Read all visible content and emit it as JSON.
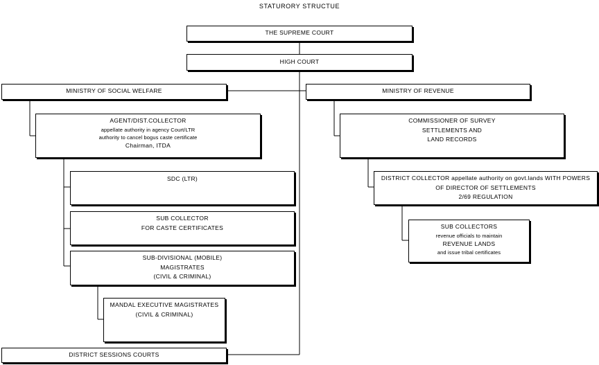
{
  "title": "STATURORY STRUCTUE",
  "boxes": {
    "supreme_court": {
      "lines": [
        "THE SUPREME COURT"
      ]
    },
    "high_court": {
      "lines": [
        "HIGH COURT"
      ]
    },
    "ministry_social_welfare": {
      "lines": [
        "MINISTRY OF SOCIAL WELFARE"
      ]
    },
    "ministry_revenue": {
      "lines": [
        "MINISTRY OF REVENUE"
      ]
    },
    "agent_collector": {
      "lines": [
        "AGENT/DIST.COLLECTOR",
        "appellate authority in agency Court/LTR",
        "authority to cancel bogus caste certificate",
        "Chairman, ITDA"
      ]
    },
    "commissioner_survey": {
      "lines": [
        "COMMISSIONER OF SURVEY",
        "SETTLEMENTS AND",
        "LAND RECORDS"
      ]
    },
    "sdc": {
      "lines": [
        "SDC (LTR)"
      ]
    },
    "district_collector": {
      "lines": [
        "DISTRICT COLLECTOR appellate authority on govt.lands WITH POWERS",
        "OF DIRECTOR OF SETTLEMENTS",
        "2/69 REGULATION"
      ]
    },
    "sub_collector_caste": {
      "lines": [
        "SUB COLLECTOR",
        "FOR CASTE CERTIFICATES"
      ]
    },
    "sub_collectors": {
      "lines": [
        "SUB COLLECTORS",
        "revenue officials to maintain",
        "REVENUE LANDS",
        "and issue tribal certificates"
      ]
    },
    "sub_divisional": {
      "lines": [
        "SUB-DIVISIONAL (MOBILE)",
        "MAGISTRATES",
        "(CIVIL & CRIMINAL)"
      ]
    },
    "mandal_executive": {
      "lines": [
        "MANDAL EXECUTIVE MAGISTRATES",
        "(CIVIL & CRIMINAL)"
      ]
    },
    "district_sessions": {
      "lines": [
        "DISTRICT SESSIONS COURTS"
      ]
    }
  }
}
